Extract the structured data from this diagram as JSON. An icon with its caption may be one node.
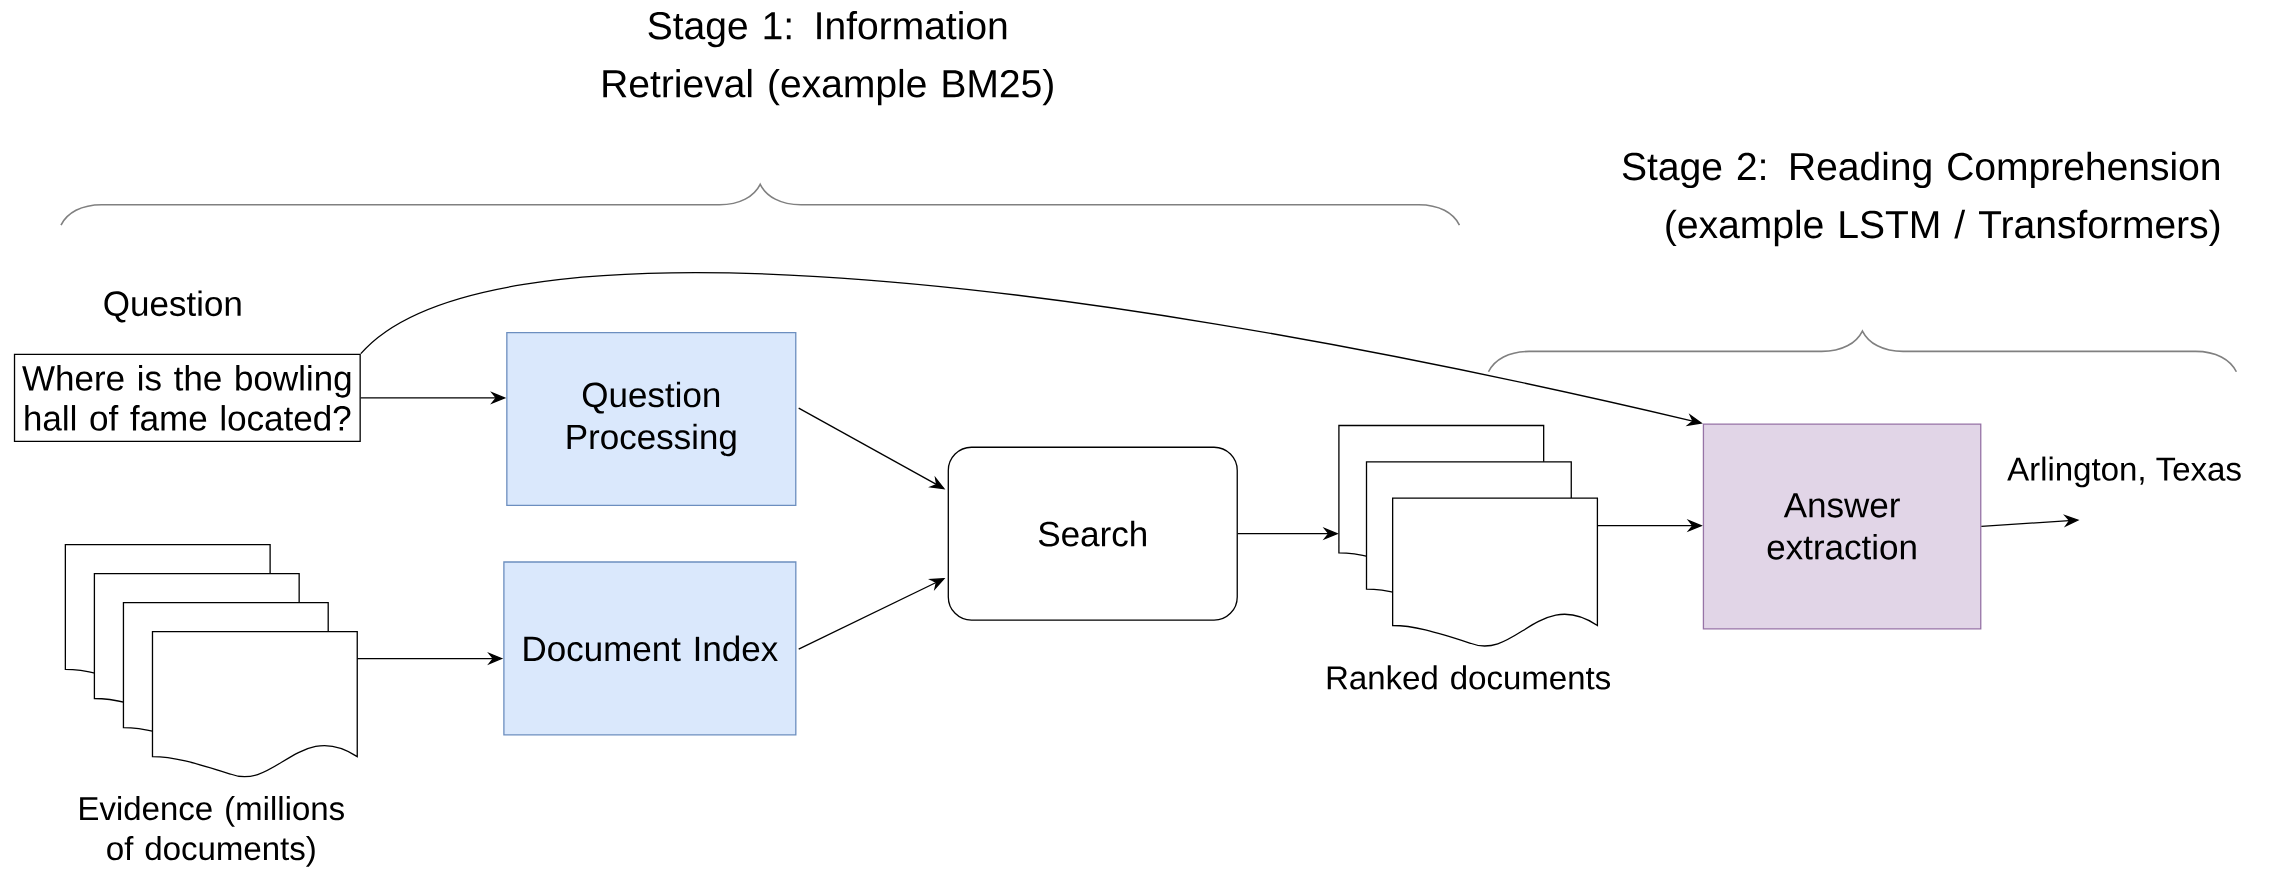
{
  "diagram": {
    "nodes": [
      {
        "text": [
          "Question",
          "Where is the bowling hall of fame located?"
        ]
      },
      {
        "text": [
          "Question Processing"
        ]
      },
      {
        "text": [
          "Document Index"
        ]
      },
      {
        "text": [
          "Search"
        ]
      },
      {
        "text": [
          "Evidence (millions of documents)"
        ]
      },
      {
        "text": [
          "Ranked documents"
        ]
      },
      {
        "text": [
          "Answer extraction"
        ]
      }
    ],
    "edges": [
      {
        "from": 0,
        "to": 1,
        "arrow": "to"
      },
      {
        "from": 0,
        "to": 6,
        "arrow": "to"
      },
      {
        "from": 1,
        "to": 3,
        "arrow": "to"
      },
      {
        "from": 4,
        "to": 2,
        "arrow": "to"
      },
      {
        "from": 2,
        "to": 3,
        "arrow": "to"
      },
      {
        "from": 3,
        "to": 5,
        "arrow": "to"
      },
      {
        "from": 5,
        "to": 6,
        "arrow": "to"
      },
      {
        "from": 6,
        "to": null,
        "arrow": "to",
        "label": "Arlington, Texas"
      }
    ],
    "labels": [
      "Stage 1: Information Retrieval (example BM25)",
      "Stage 2: Reading Comprehension (example LSTM / Transformers)"
    ]
  }
}
